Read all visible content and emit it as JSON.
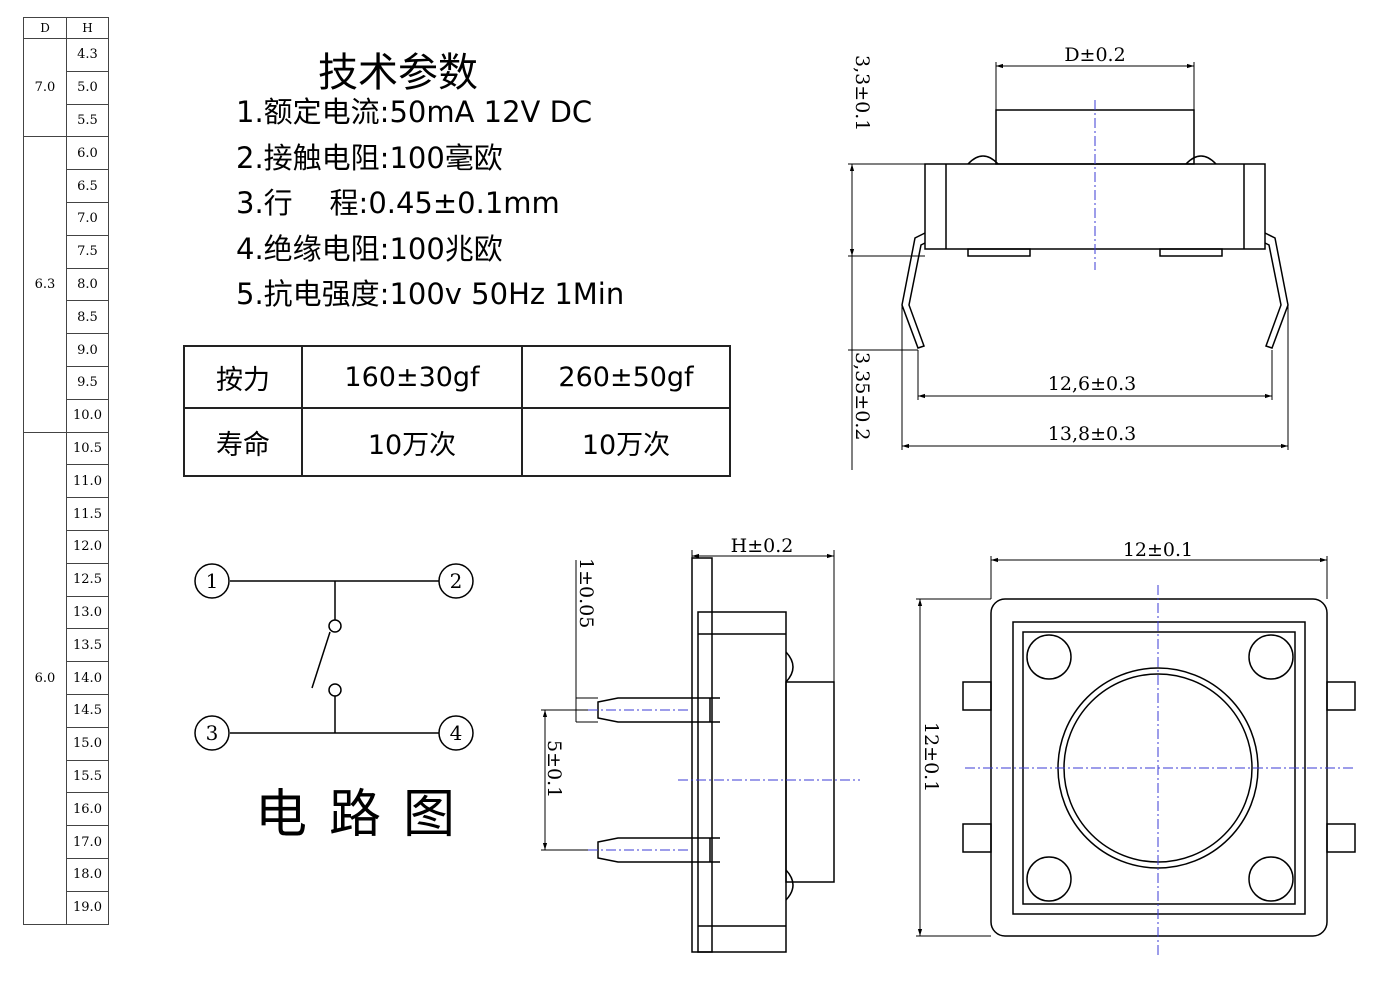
{
  "spec": {
    "title": "技术参数",
    "lines": [
      "1.额定电流:50mA 12V DC",
      "2.接触电阻:100毫欧",
      "3.行    程:0.45±0.1mm",
      "4.绝缘电阻:100兆欧",
      "5.抗电强度:100v 50Hz 1Min"
    ]
  },
  "force_table": {
    "rows": [
      [
        "按力",
        "160±30gf",
        "260±50gf"
      ],
      [
        "寿命",
        "10万次",
        "10万次"
      ]
    ]
  },
  "dh_table": {
    "headers": [
      "D",
      "H"
    ],
    "groups": [
      {
        "d": "7.0",
        "h": [
          "4.3",
          "5.0",
          "5.5"
        ]
      },
      {
        "d": "6.3",
        "h": [
          "6.0",
          "6.5",
          "7.0",
          "7.5",
          "8.0",
          "8.5",
          "9.0",
          "9.5",
          "10.0"
        ]
      },
      {
        "d": "6.0",
        "h": [
          "10.5",
          "11.0",
          "11.5",
          "12.0",
          "12.5",
          "13.0",
          "13.5",
          "14.0",
          "14.5",
          "15.0",
          "15.5",
          "16.0",
          "17.0",
          "18.0",
          "19.0"
        ]
      }
    ]
  },
  "circuit": {
    "title": "电路图",
    "pins": [
      "1",
      "2",
      "3",
      "4"
    ]
  },
  "dimensions": {
    "front_top": "D±0.2",
    "front_height_top": "3,3±0.1",
    "front_height_bottom": "3,35±0.2",
    "front_width_inner": "12,6±0.3",
    "front_width_outer": "13,8±0.3",
    "side_top": "H±0.2",
    "side_pin_thickness": "1±0.05",
    "side_pin_pitch": "5±0.1",
    "top_width": "12±0.1",
    "top_height": "12±0.1"
  }
}
